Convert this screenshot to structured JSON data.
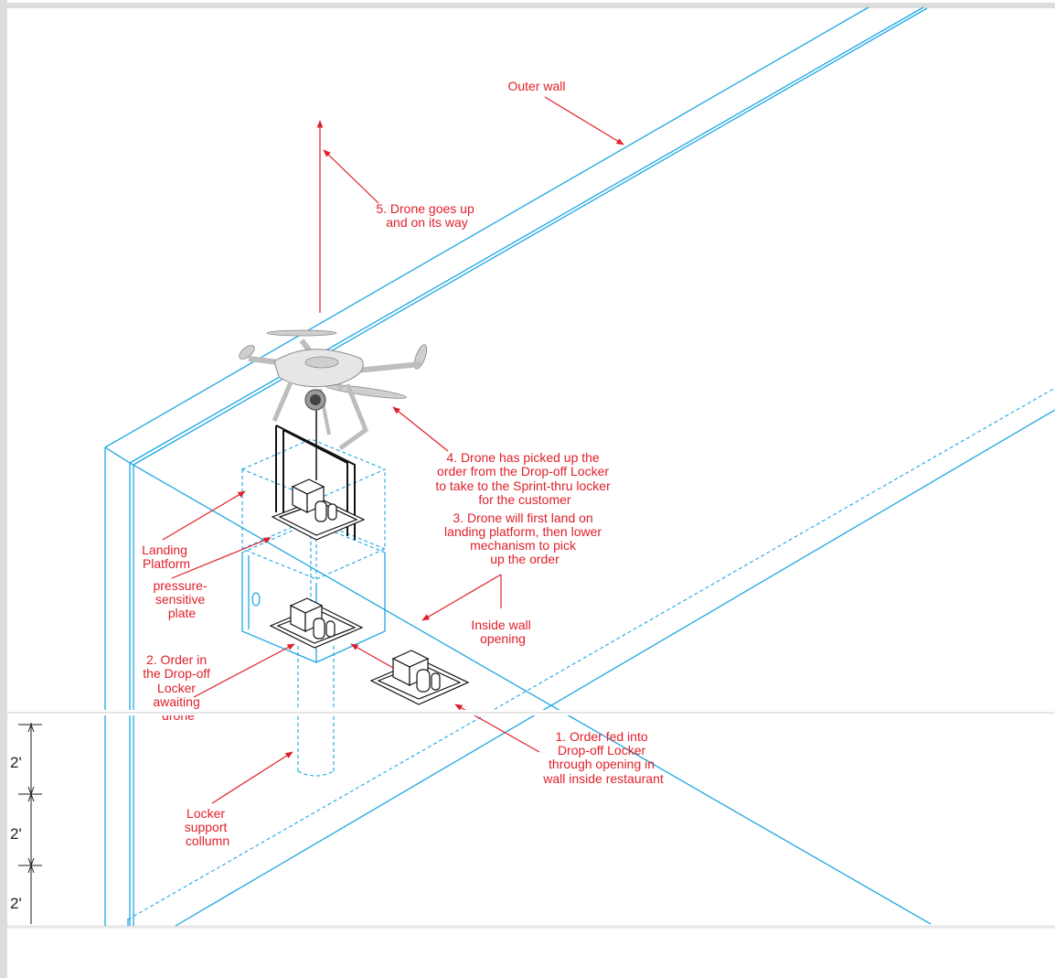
{
  "colors": {
    "wall": "#1ea7e4",
    "annotation": "#e0202a",
    "ink": "#111111"
  },
  "labels": {
    "outer_wall": "Outer wall",
    "step5": [
      "5. Drone goes up",
      "and on its way"
    ],
    "step4": [
      "4. Drone has picked up the",
      "order from the Drop-off Locker",
      "to take to the Sprint-thru locker",
      "for the customer"
    ],
    "step3": [
      "3. Drone will first land on",
      "landing platform, then lower",
      "mechanism to pick",
      "up the order"
    ],
    "landing_platform": [
      "Landing",
      "Platform"
    ],
    "pressure_plate": [
      "pressure-",
      "sensitive",
      "plate"
    ],
    "inside_wall": [
      "Inside wall",
      "opening"
    ],
    "step2": [
      "2. Order in",
      "the Drop-off",
      "Locker",
      "awaiting",
      "drone"
    ],
    "step1": [
      "1. Order fed into",
      "Drop-off Locker",
      "through opening in",
      "wall inside restaurant"
    ],
    "support_column": [
      "Locker",
      "support",
      "collumn"
    ]
  },
  "dimensions": [
    "2'",
    "2'",
    "2'"
  ],
  "icons": [
    "drone-icon",
    "food-tray-icon",
    "food-box-icon",
    "cup-icon"
  ]
}
